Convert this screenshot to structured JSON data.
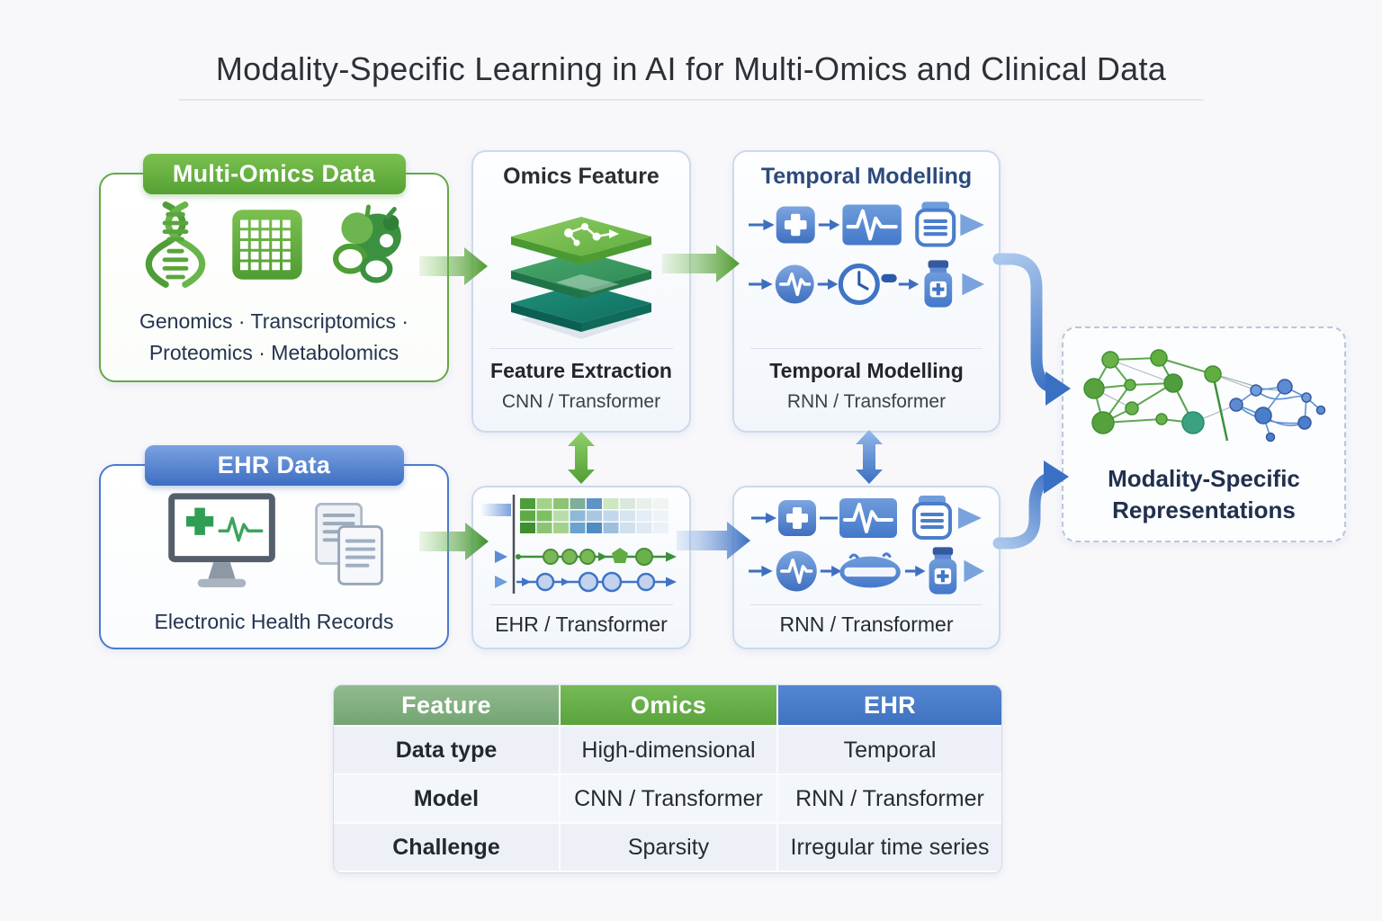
{
  "title": "Modality-Specific Learning in AI for Multi-Omics and Clinical Data",
  "panels": {
    "multi_omics": {
      "header": "Multi-Omics Data",
      "caption_line1": "Genomics · Transcriptomics ·",
      "caption_line2": "Proteomics · Metabolomics"
    },
    "ehr": {
      "header": "EHR Data",
      "caption": "Electronic Health Records"
    },
    "omics_feature": {
      "header": "Omics Feature",
      "label": "Feature Extraction",
      "sublabel": "CNN / Transformer"
    },
    "temporal": {
      "header": "Temporal Modelling",
      "label": "Temporal Modelling",
      "sublabel": "RNN / Transformer"
    },
    "ehr_sequence": {
      "label": "EHR / Transformer"
    },
    "rnn_sequence": {
      "label": "RNN / Transformer"
    },
    "representations": {
      "label_line1": "Modality-Specific",
      "label_line2": "Representations"
    }
  },
  "table": {
    "headers": [
      "Feature",
      "Omics",
      "EHR"
    ],
    "rows": [
      [
        "Data type",
        "High-dimensional",
        "Temporal"
      ],
      [
        "Model",
        "CNN / Transformer",
        "RNN / Transformer"
      ],
      [
        "Challenge",
        "Sparsity",
        "Irregular time series"
      ]
    ]
  },
  "icons": {
    "dna-icon": "double helix",
    "omics-matrix-icon": "green grid matrix",
    "microbe-icon": "cell cluster",
    "ehr-monitor-icon": "monitor with cross and ECG",
    "medical-records-icon": "stacked documents",
    "layer-stack-icon": "isometric feature layers",
    "clinical-sequence-icons": "cross, ECG, records, clock, medication",
    "timeline-heatmap-icon": "feature grid and event timelines",
    "network-icon": "green-blue representation graph"
  },
  "colors": {
    "omics_green": "#5ba53c",
    "ehr_blue": "#4374c6",
    "table_feature_header": "#7fae7e",
    "table_omics_header": "#64ad4a",
    "table_ehr_header": "#4377c5",
    "background": "#f8f8fb"
  }
}
